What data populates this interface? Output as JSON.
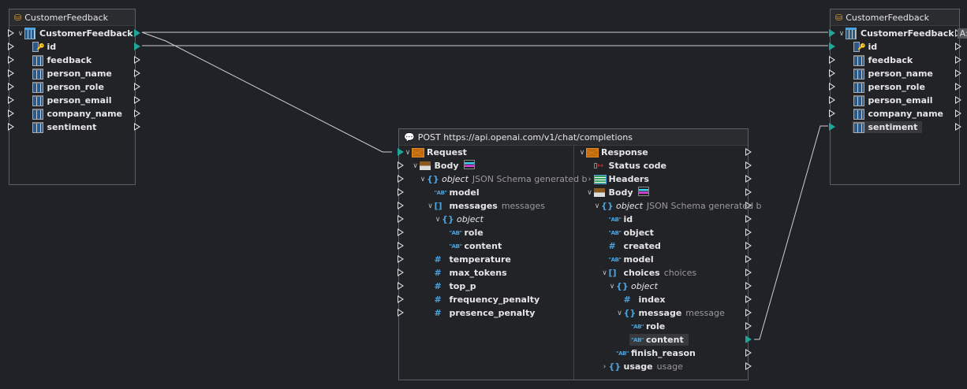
{
  "source": {
    "title": "CustomerFeedback",
    "rows": [
      {
        "label": "CustomerFeedback",
        "icon": "table",
        "indent": 0,
        "expand": "open",
        "out_on": true
      },
      {
        "label": "id",
        "icon": "key",
        "indent": 1,
        "out_on": true
      },
      {
        "label": "feedback",
        "icon": "column",
        "indent": 1
      },
      {
        "label": "person_name",
        "icon": "column",
        "indent": 1
      },
      {
        "label": "person_role",
        "icon": "column",
        "indent": 1
      },
      {
        "label": "person_email",
        "icon": "column",
        "indent": 1
      },
      {
        "label": "company_name",
        "icon": "column",
        "indent": 1
      },
      {
        "label": "sentiment",
        "icon": "column",
        "indent": 1
      }
    ]
  },
  "target": {
    "title": "CustomerFeedback",
    "badge": "A:U",
    "rows": [
      {
        "label": "CustomerFeedback",
        "icon": "table",
        "indent": 0,
        "expand": "open",
        "in_on": true
      },
      {
        "label": "id",
        "icon": "key",
        "indent": 1,
        "in_on": true
      },
      {
        "label": "feedback",
        "icon": "column",
        "indent": 1
      },
      {
        "label": "person_name",
        "icon": "column",
        "indent": 1
      },
      {
        "label": "person_role",
        "icon": "column",
        "indent": 1
      },
      {
        "label": "person_email",
        "icon": "column",
        "indent": 1
      },
      {
        "label": "company_name",
        "icon": "column",
        "indent": 1
      },
      {
        "label": "sentiment",
        "icon": "column",
        "indent": 1,
        "in_on": true,
        "highlight": true
      }
    ]
  },
  "api": {
    "title": "POST https://api.openai.com/v1/chat/completions",
    "request": [
      {
        "label": "Request",
        "icon": "envelope",
        "indent": 0,
        "expand": "open",
        "in_on": true
      },
      {
        "label": "Body",
        "icon": "body",
        "indent": 1,
        "expand": "open",
        "extra": "schema"
      },
      {
        "label": "object",
        "note": "JSON Schema generated b",
        "icon": "object",
        "indent": 2,
        "expand": "open",
        "italic": true
      },
      {
        "label": "model",
        "icon": "string",
        "indent": 3
      },
      {
        "label": "messages",
        "note": "messages",
        "icon": "array",
        "indent": 3,
        "expand": "open"
      },
      {
        "label": "object",
        "icon": "object",
        "indent": 4,
        "expand": "open",
        "italic": true
      },
      {
        "label": "role",
        "icon": "string",
        "indent": 5
      },
      {
        "label": "content",
        "icon": "string",
        "indent": 5
      },
      {
        "label": "temperature",
        "icon": "number",
        "indent": 3
      },
      {
        "label": "max_tokens",
        "icon": "number",
        "indent": 3
      },
      {
        "label": "top_p",
        "icon": "number",
        "indent": 3
      },
      {
        "label": "frequency_penalty",
        "icon": "number",
        "indent": 3
      },
      {
        "label": "presence_penalty",
        "icon": "number",
        "indent": 3
      }
    ],
    "response": [
      {
        "label": "Response",
        "icon": "envelope",
        "indent": 0,
        "expand": "open"
      },
      {
        "label": "Status code",
        "icon": "status",
        "indent": 1
      },
      {
        "label": "Headers",
        "icon": "headers",
        "indent": 1,
        "expand": "closed"
      },
      {
        "label": "Body",
        "icon": "body",
        "indent": 1,
        "expand": "open",
        "extra": "schema"
      },
      {
        "label": "object",
        "note": "JSON Schema generated b",
        "icon": "object",
        "indent": 2,
        "expand": "open",
        "italic": true
      },
      {
        "label": "id",
        "icon": "string",
        "indent": 3
      },
      {
        "label": "object",
        "icon": "string",
        "indent": 3
      },
      {
        "label": "created",
        "icon": "number",
        "indent": 3
      },
      {
        "label": "model",
        "icon": "string",
        "indent": 3
      },
      {
        "label": "choices",
        "note": "choices",
        "icon": "array",
        "indent": 3,
        "expand": "open"
      },
      {
        "label": "object",
        "icon": "object",
        "indent": 4,
        "expand": "open",
        "italic": true
      },
      {
        "label": "index",
        "icon": "number",
        "indent": 5
      },
      {
        "label": "message",
        "note": "message",
        "icon": "object",
        "indent": 5,
        "expand": "open"
      },
      {
        "label": "role",
        "icon": "string",
        "indent": 6
      },
      {
        "label": "content",
        "icon": "string",
        "indent": 6,
        "out_on": true,
        "highlight": true
      },
      {
        "label": "finish_reason",
        "icon": "string",
        "indent": 4
      },
      {
        "label": "usage",
        "note": "usage",
        "icon": "object",
        "indent": 3,
        "expand": "closed"
      }
    ]
  },
  "colors": {
    "connector": "#1fa59a",
    "line": "#cfcfcf"
  }
}
